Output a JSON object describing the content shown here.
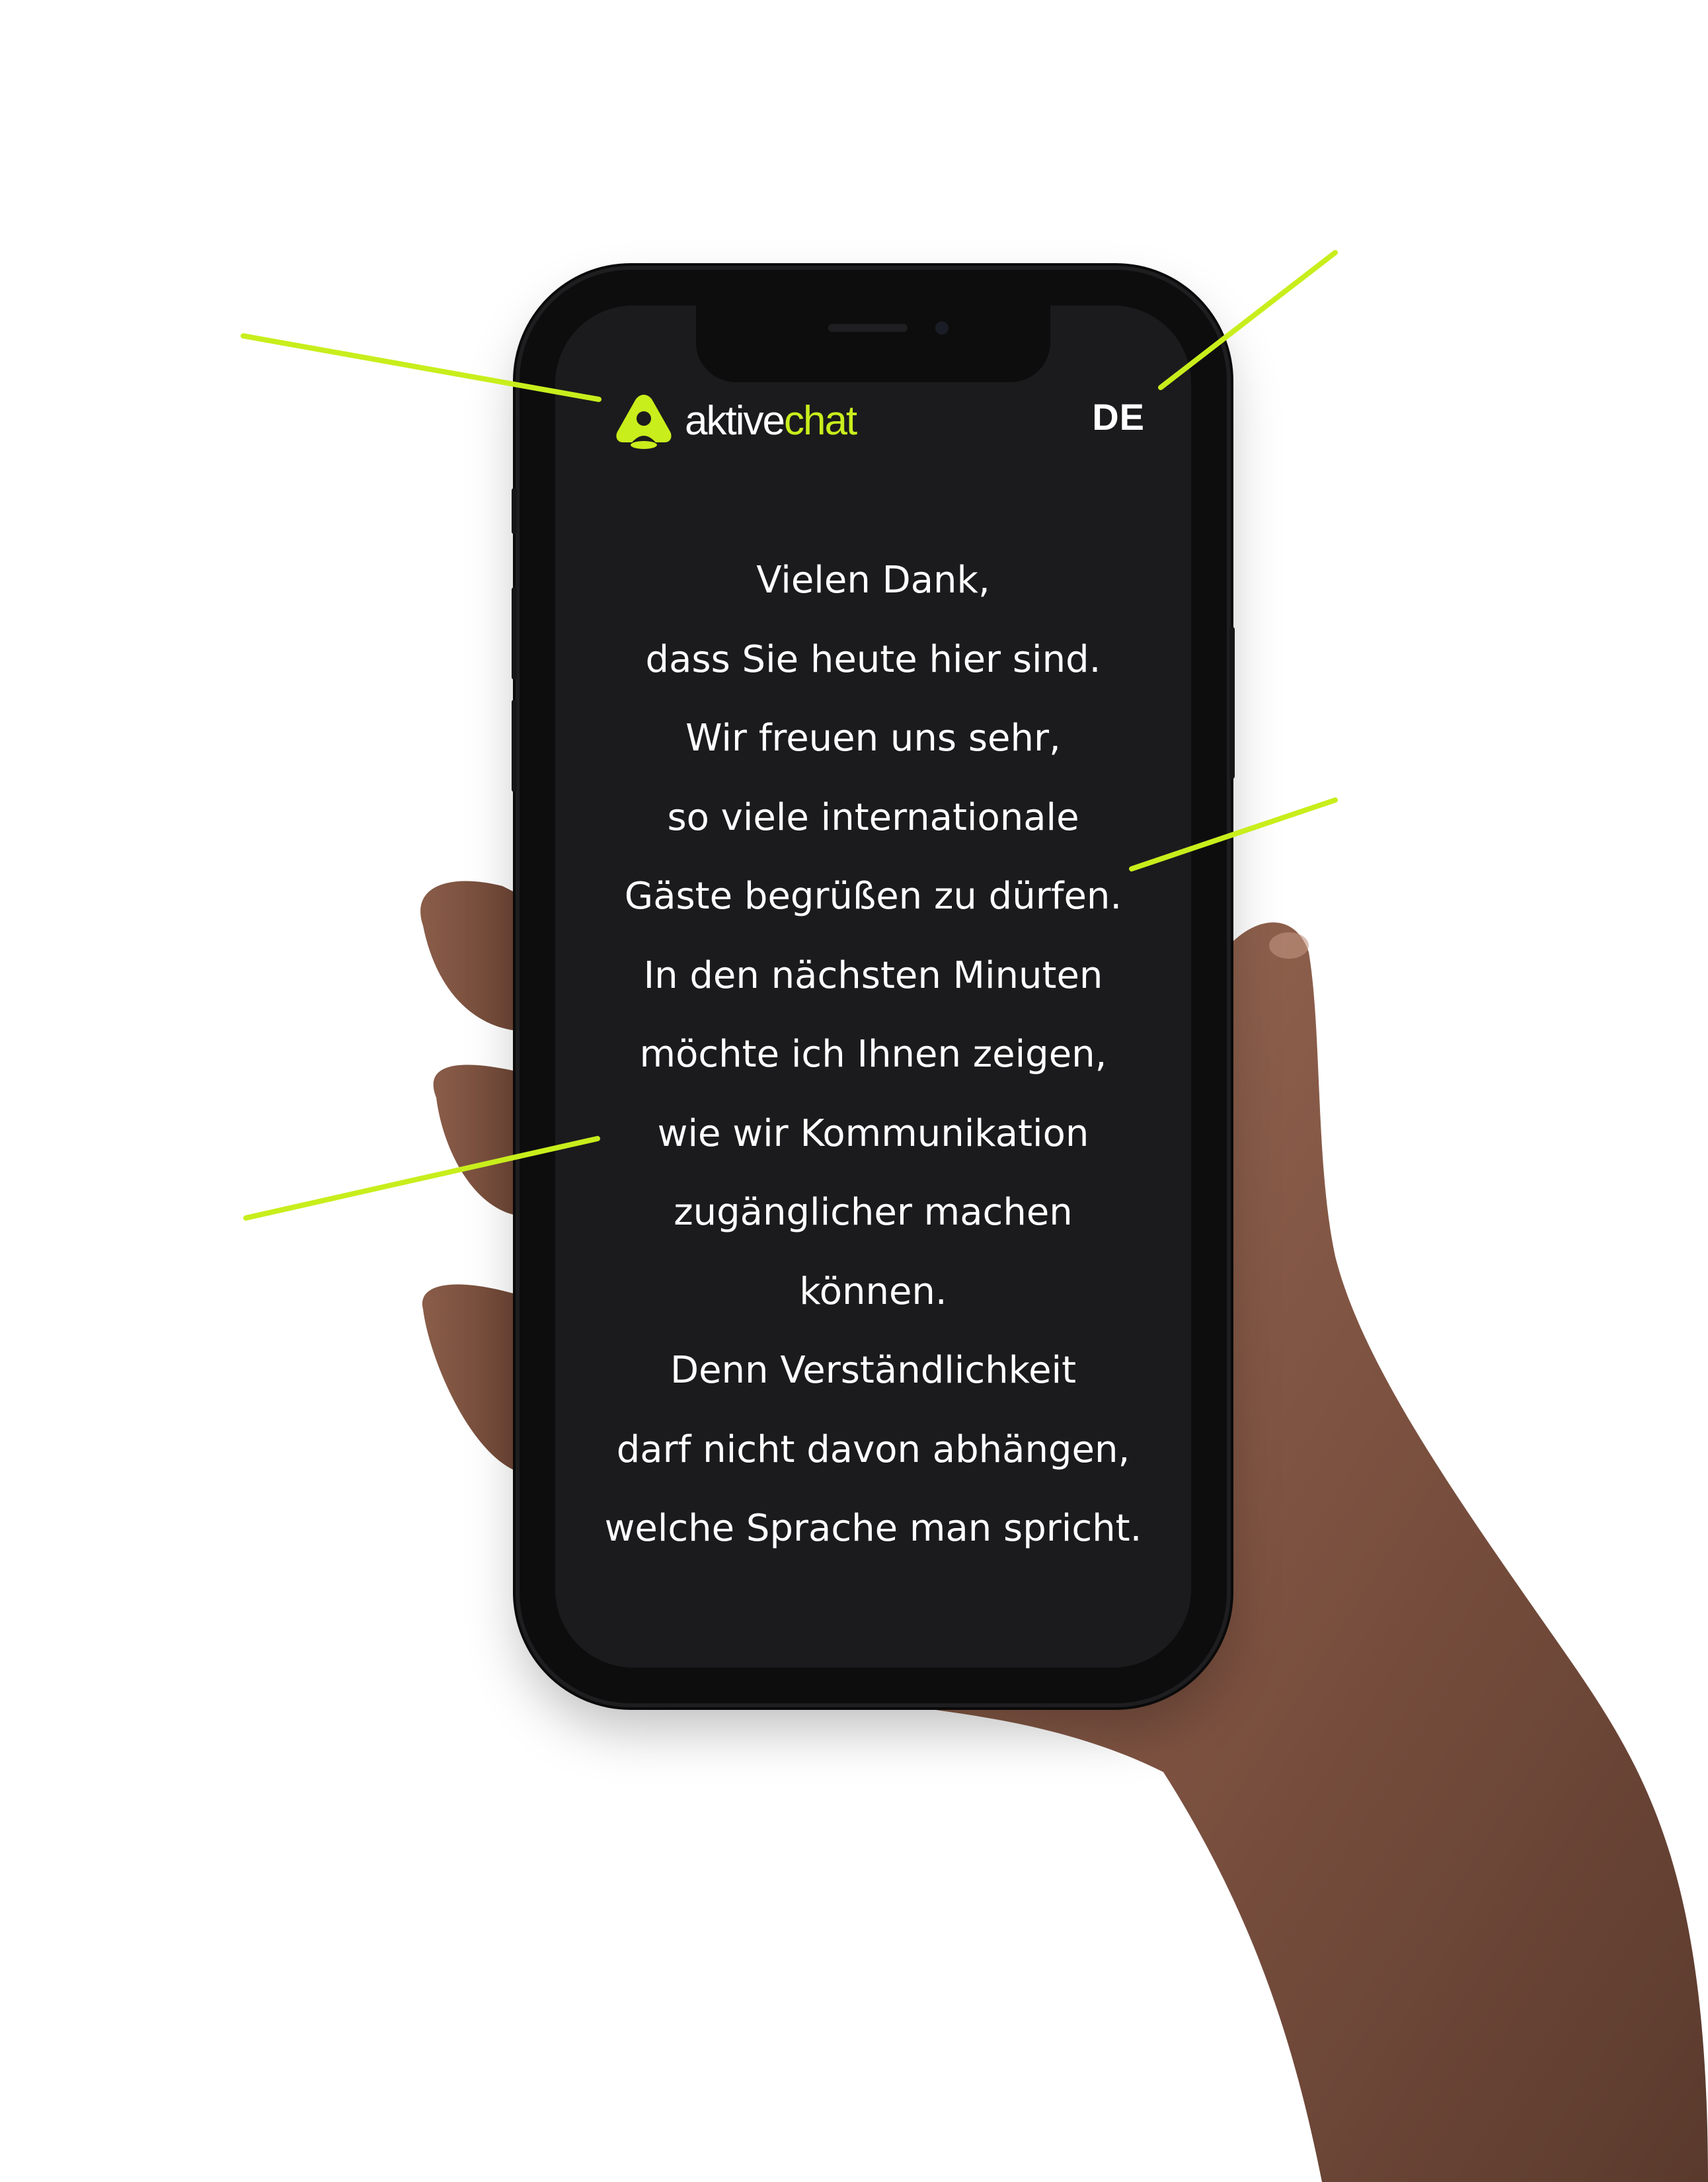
{
  "app": {
    "logo": {
      "icon": "aktivechat-logo-icon",
      "text_part1": "aktive",
      "text_part2": "chat"
    },
    "language": "DE"
  },
  "transcript": {
    "lines": [
      "Vielen Dank,",
      "dass Sie heute hier sind.",
      "Wir freuen uns sehr,",
      "so viele internationale",
      "Gäste begrüßen zu dürfen.",
      "In den nächsten Minuten",
      "möchte ich Ihnen zeigen,",
      "wie wir Kommunikation",
      "zugänglicher machen",
      "können.",
      "Denn Verständlichkeit",
      "darf nicht davon abhängen,",
      "welche Sprache man spricht."
    ]
  },
  "colors": {
    "accent": "#c8ee1c",
    "screen_background": "#1b1b1d",
    "text": "#ffffff",
    "page_background": "#ffffff"
  }
}
